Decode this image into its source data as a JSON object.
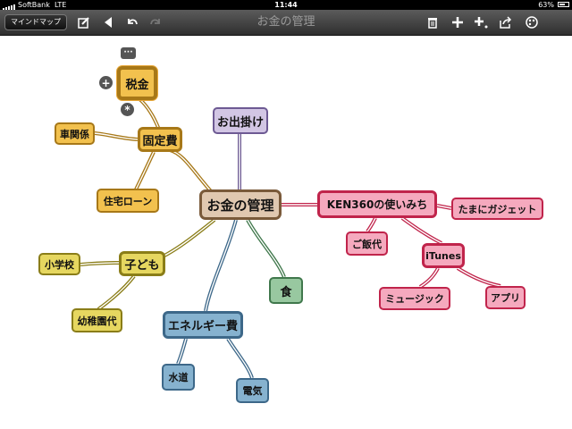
{
  "status_bar": {
    "carrier": "SoftBank",
    "network": "LTE",
    "time": "11:44",
    "battery": "63%",
    "battery_level": 0.63
  },
  "toolbar": {
    "mindmap_button": "マインドマップ",
    "title": "お金の管理",
    "icons": [
      "edit-icon",
      "back-icon",
      "undo-icon",
      "redo-icon",
      "trash-icon",
      "add-child-icon",
      "add-sibling-icon",
      "share-icon",
      "palette-icon"
    ]
  },
  "mindmap": {
    "root": "お金の管理",
    "nodes": {
      "fixed_costs": "固定費",
      "tax": "税金",
      "car": "車関係",
      "housing": "住宅ローン",
      "outing": "お出掛け",
      "kids": "子ども",
      "elementary": "小学校",
      "kindergarten": "幼稚園代",
      "food": "食",
      "energy": "エネルギー費",
      "water": "水道",
      "electricity": "電気",
      "ken360": "KEN360の使いみち",
      "gadgets": "たまにガジェット",
      "meals": "ご飯代",
      "itunes": "iTunes",
      "music": "ミュージック",
      "apps": "アプリ"
    },
    "controls": {
      "more": "···",
      "add": "+",
      "options": "*"
    },
    "colors": {
      "root": "#e0c8b0",
      "yellow": "#f2c14e",
      "yellow_border": "#a77818",
      "purple": "#d2c6e4",
      "purple_border": "#6d5a93",
      "green": "#98c8a0",
      "green_border": "#40784c",
      "blue": "#86b2cf",
      "blue_border": "#3d6889",
      "pink": "#f5a9be",
      "pink_border": "#c0244b",
      "olive": "#e6d760",
      "olive_border": "#8a7d18"
    }
  }
}
